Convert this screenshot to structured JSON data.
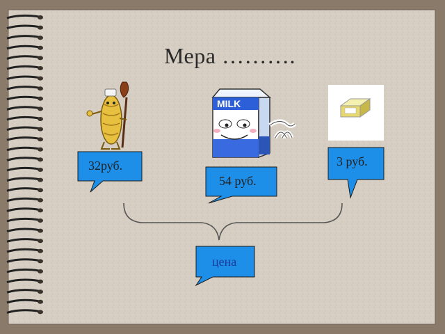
{
  "slide": {
    "title": "Мера ……….",
    "caption": "цена"
  },
  "items": [
    {
      "name": "bread",
      "icon": "bread-baker-icon",
      "price": "32руб."
    },
    {
      "name": "milk",
      "icon": "milk-carton-icon",
      "price": "54 руб."
    },
    {
      "name": "matches",
      "icon": "matchbox-icon",
      "price": "3 руб."
    }
  ],
  "colors": {
    "frame": "#8a7a6a",
    "paper": "#d8d0c4",
    "callout_fill": "#1e8fe8",
    "callout_border": "#1a1a1a",
    "caption_text": "#1a3a9a"
  }
}
